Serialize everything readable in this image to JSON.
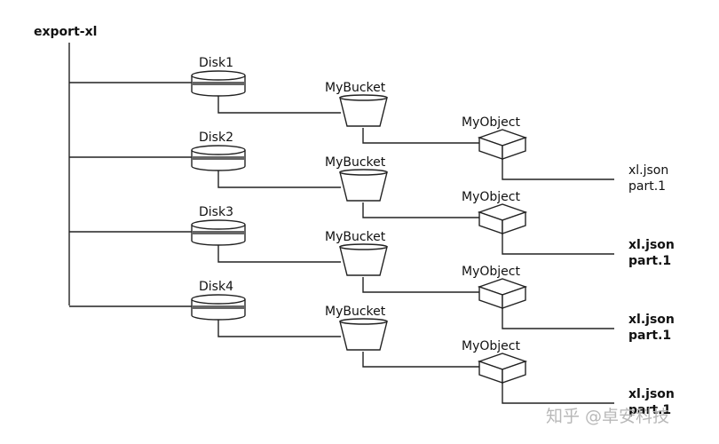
{
  "root": {
    "label": "export-xl"
  },
  "branches": [
    {
      "disk": "Disk1",
      "bucket": "MyBucket",
      "object": "MyObject",
      "files": [
        "xl.json",
        "part.1"
      ],
      "files_bold": false
    },
    {
      "disk": "Disk2",
      "bucket": "MyBucket",
      "object": "MyObject",
      "files": [
        "xl.json",
        "part.1"
      ],
      "files_bold": true
    },
    {
      "disk": "Disk3",
      "bucket": "MyBucket",
      "object": "MyObject",
      "files": [
        "xl.json",
        "part.1"
      ],
      "files_bold": true
    },
    {
      "disk": "Disk4",
      "bucket": "MyBucket",
      "object": "MyObject",
      "files": [
        "xl.json",
        "part.1"
      ],
      "files_bold": true
    }
  ],
  "watermark": "知乎 @卓安科技"
}
